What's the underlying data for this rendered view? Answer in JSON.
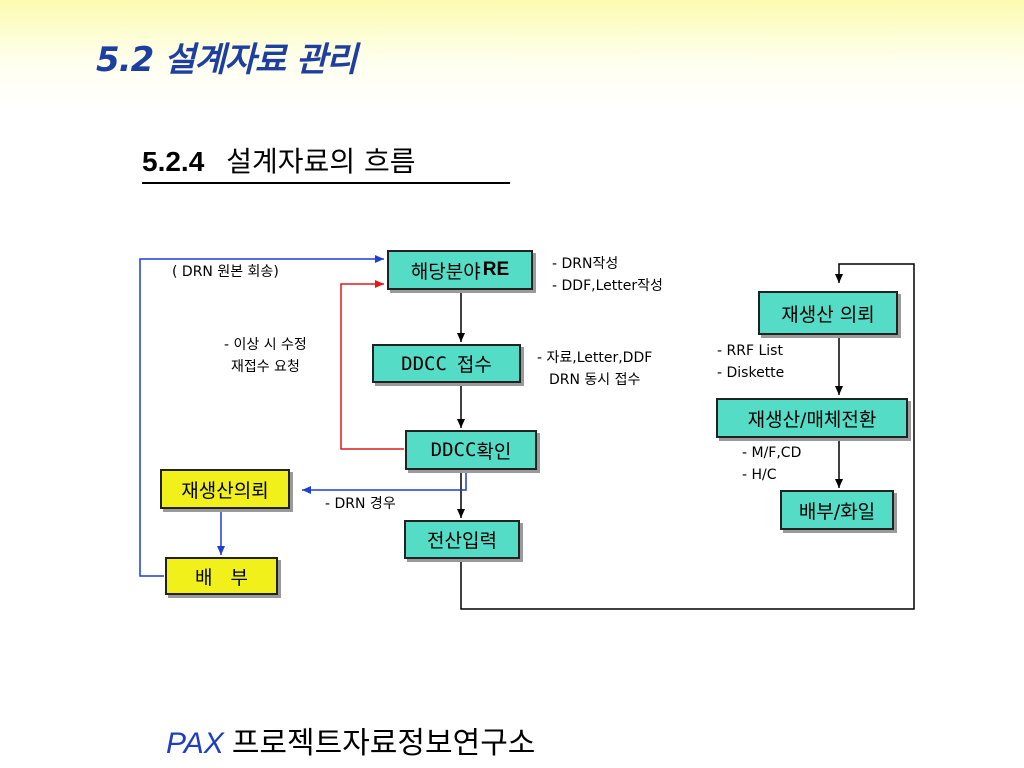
{
  "slide": {
    "title": "5.2 설계자료 관리",
    "section_number": "5.2.4",
    "section_title": "설계자료의 흐름"
  },
  "boxes": {
    "re": {
      "text_ko": "해당분야",
      "text_en": "RE"
    },
    "ddcc_receive": {
      "text_en": "DDCC",
      "text_ko": "접수"
    },
    "ddcc_confirm": {
      "text_en": "DDCC",
      "text_ko": "확인"
    },
    "data_entry": {
      "text": "전산입력"
    },
    "reproduce_request_left": {
      "text": "재생산의뢰"
    },
    "distribute_left": {
      "text": "배   부"
    },
    "reproduce_request_right": {
      "text": "재생산 의뢰"
    },
    "reproduce_media": {
      "text": "재생산/매체전환"
    },
    "distribute_file": {
      "text": "배부/화일"
    }
  },
  "notes": {
    "drn_return": "( DRN 원본 회송)",
    "re_outputs": [
      "- DRN작성",
      "- DDF,Letter작성"
    ],
    "error_fix": [
      "- 이상 시 수정",
      "재접수 요청"
    ],
    "receive_items": [
      "- 자료,Letter,DDF",
      "DRN 동시 접수"
    ],
    "drn_case": "- DRN 경우",
    "rrf_items": [
      "- RRF List",
      "- Diskette"
    ],
    "media_items": [
      "- M/F,CD",
      "- H/C"
    ]
  },
  "footer": {
    "brand": "PAX",
    "org": "프로젝트자료정보연구소"
  },
  "colors": {
    "title": "#1e3fa0",
    "box_cyan": "#55dcc6",
    "box_yellow": "#f1f01a",
    "arrow_blue": "#1f3fd0",
    "arrow_red": "#e01818",
    "arrow_black": "#000000"
  }
}
